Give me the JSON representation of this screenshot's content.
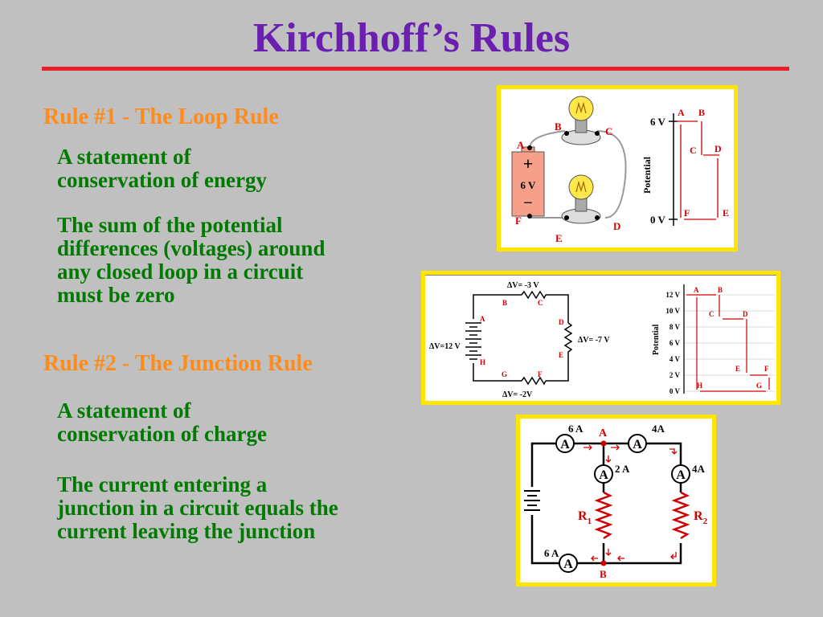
{
  "slide": {
    "title": "Kirchhoff’s Rules",
    "rule1": {
      "heading": "Rule #1 - The Loop Rule",
      "statement_l1": "A statement of",
      "statement_l2": "conservation of energy",
      "desc_l1": "The sum of the potential",
      "desc_l2": "differences (voltages) around",
      "desc_l3": "any closed loop in a circuit",
      "desc_l4": "must be zero"
    },
    "rule2": {
      "heading": "Rule #2 - The Junction Rule",
      "statement_l1": "A statement of",
      "statement_l2": "conservation of charge",
      "desc_l1": "The current entering a",
      "desc_l2": "junction in a circuit equals the",
      "desc_l3": "current leaving the junction"
    }
  },
  "diagram1": {
    "battery_plus": "+",
    "battery_label": "6 V",
    "battery_minus": "−",
    "nodes": [
      "A",
      "B",
      "C",
      "D",
      "E",
      "F"
    ],
    "potential_axis": "Potential",
    "tick_high": "6 V",
    "tick_low": "0 V"
  },
  "diagram2": {
    "dv_top": "ΔV= -3 V",
    "dv_right": "ΔV= -7 V",
    "dv_bottom": "ΔV= -2V",
    "dv_left": "ΔV=12 V",
    "nodes": [
      "A",
      "B",
      "C",
      "D",
      "E",
      "F",
      "G",
      "H"
    ],
    "potential_axis": "Potential",
    "ticks": [
      "12 V",
      "10 V",
      "8 V",
      "6 V",
      "4 V",
      "2 V",
      "0 V"
    ]
  },
  "diagram3": {
    "meter_symbol": "A",
    "current_6a_top": "6 A",
    "current_4a_top": "4A",
    "current_2a": "2 A",
    "current_4a_right": "4A",
    "current_6a_bottom": "6 A",
    "junction_a": "A",
    "junction_b": "B",
    "r1_main": "R",
    "r1_sub": "1",
    "r2_main": "R",
    "r2_sub": "2"
  },
  "colors": {
    "title": "#6b1fb0",
    "heading": "#ff8c1a",
    "body_text": "#007a00",
    "divider": "#e8202a",
    "panel_border": "#ffe600",
    "diagram_red": "#d00000"
  }
}
